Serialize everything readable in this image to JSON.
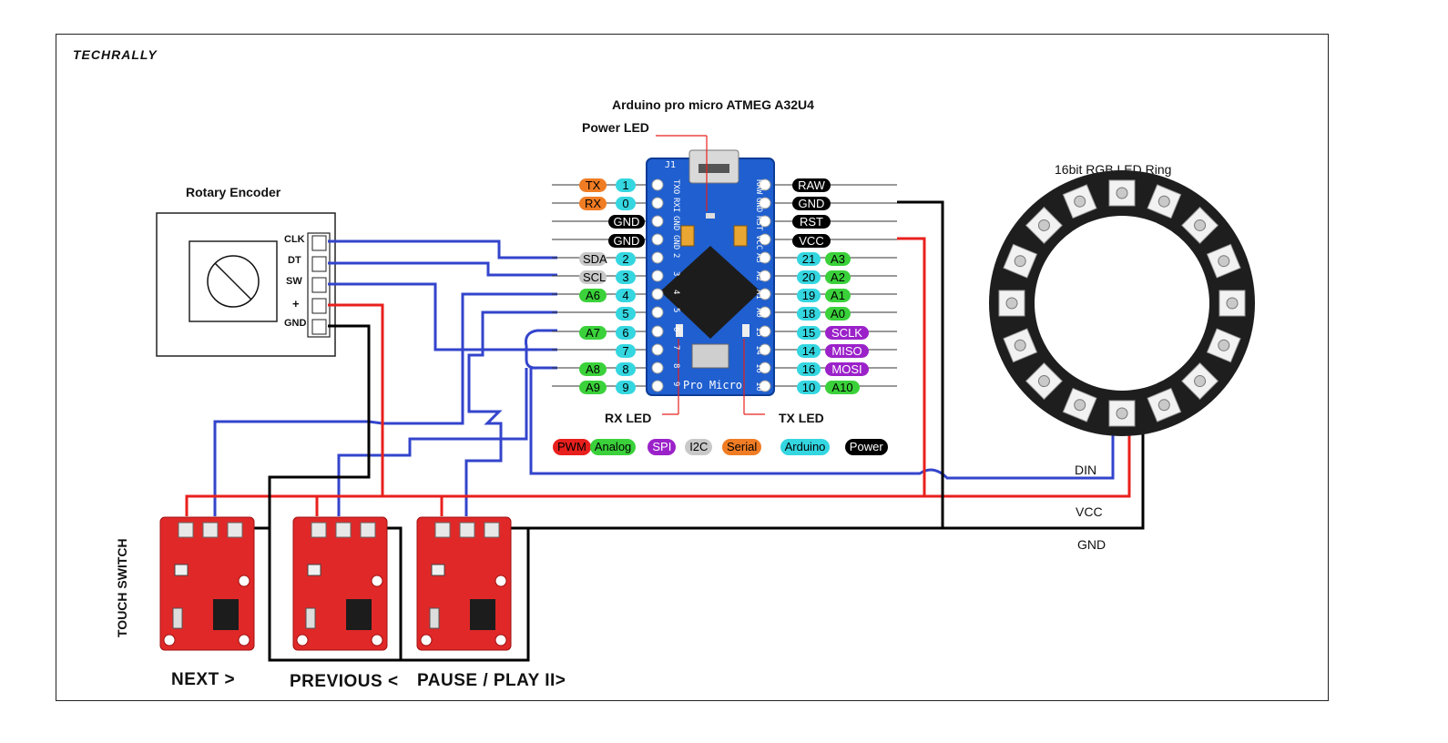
{
  "brand": "TECHRALLY",
  "board_title": "Arduino pro micro ATMEG A32U4",
  "power_led_label": "Power LED",
  "rx_led_label": "RX  LED",
  "tx_led_label": "TX  LED",
  "encoder": {
    "title": "Rotary Encoder",
    "pins": [
      "CLK",
      "DT",
      "SW",
      "+",
      "GND"
    ]
  },
  "ring_title": "16bit RGB LED Ring",
  "ring_wires": [
    "DIN",
    "VCC",
    "GND"
  ],
  "touch_switch_label": "TOUCH SWITCH",
  "buttons": [
    "NEXT >",
    "PREVIOUS <",
    "PAUSE / PLAY II>"
  ],
  "left_pins": [
    {
      "num": "1",
      "func": "TX",
      "func_color": "#f07c24"
    },
    {
      "num": "0",
      "func": "RX",
      "func_color": "#f07c24"
    },
    {
      "num": "",
      "func": "GND",
      "func_color": "#000000"
    },
    {
      "num": "",
      "func": "GND",
      "func_color": "#000000"
    },
    {
      "num": "2",
      "func": "SDA",
      "func_color": "#c8c8c8"
    },
    {
      "num": "3",
      "func": "SCL",
      "func_color": "#c8c8c8"
    },
    {
      "num": "4",
      "func": "A6",
      "func_color": "#3ad13a"
    },
    {
      "num": "5",
      "func": "",
      "func_color": ""
    },
    {
      "num": "6",
      "func": "A7",
      "func_color": "#3ad13a"
    },
    {
      "num": "7",
      "func": "",
      "func_color": ""
    },
    {
      "num": "8",
      "func": "A8",
      "func_color": "#3ad13a"
    },
    {
      "num": "9",
      "func": "A9",
      "func_color": "#3ad13a"
    }
  ],
  "right_pins": [
    {
      "num": "",
      "func": "RAW",
      "func_color": "#000000"
    },
    {
      "num": "",
      "func": "GND",
      "func_color": "#000000"
    },
    {
      "num": "",
      "func": "RST",
      "func_color": "#000000"
    },
    {
      "num": "",
      "func": "VCC",
      "func_color": "#000000"
    },
    {
      "num": "21",
      "func": "A3",
      "func_color": "#3ad13a"
    },
    {
      "num": "20",
      "func": "A2",
      "func_color": "#3ad13a"
    },
    {
      "num": "19",
      "func": "A1",
      "func_color": "#3ad13a"
    },
    {
      "num": "18",
      "func": "A0",
      "func_color": "#3ad13a"
    },
    {
      "num": "15",
      "func": "SCLK",
      "func_color": "#9b22c9"
    },
    {
      "num": "14",
      "func": "MISO",
      "func_color": "#9b22c9"
    },
    {
      "num": "16",
      "func": "MOSI",
      "func_color": "#9b22c9"
    },
    {
      "num": "10",
      "func": "A10",
      "func_color": "#3ad13a"
    }
  ],
  "legend": [
    {
      "label": "PWM",
      "bg": "#e8201d",
      "fg": "#000000"
    },
    {
      "label": "Analog",
      "bg": "#3ad13a",
      "fg": "#000000"
    },
    {
      "label": "SPI",
      "bg": "#9b22c9",
      "fg": "#ffffff"
    },
    {
      "label": "I2C",
      "bg": "#c8c8c8",
      "fg": "#000000"
    },
    {
      "label": "Serial",
      "bg": "#f07c24",
      "fg": "#000000"
    },
    {
      "label": "Arduino",
      "bg": "#34d6e0",
      "fg": "#000000"
    },
    {
      "label": "Power",
      "bg": "#000000",
      "fg": "#ffffff"
    }
  ],
  "board_silk": {
    "left": [
      "TXO",
      "RXI",
      "GND",
      "GND",
      "2",
      "3",
      "4",
      "5",
      "6",
      "7",
      "8",
      "9"
    ],
    "right": [
      "RAW",
      "GND",
      "RST",
      "VCC",
      "A3",
      "A2",
      "A1",
      "A0",
      "15",
      "14",
      "16",
      "10"
    ],
    "name": "Pro Micro",
    "corner": "J1"
  },
  "colors": {
    "wire_signal": "#3344cc",
    "wire_vcc": "#e8201d",
    "wire_gnd": "#000000",
    "arduino_pin": "#34d6e0"
  }
}
